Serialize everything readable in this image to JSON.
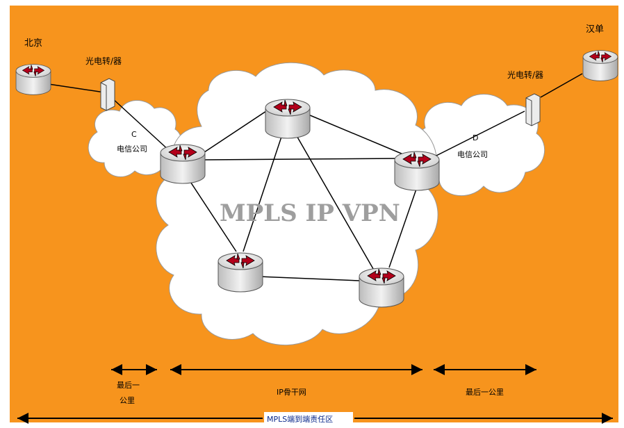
{
  "colors": {
    "background": "#f7941d",
    "cloud": "#ffffff",
    "router_body": "#d9d9d9",
    "router_arrow": "#b3001b",
    "line": "#000000"
  },
  "sites": {
    "left_city": "北京",
    "right_city": "汉单"
  },
  "converters": {
    "left_label": "光电转/器",
    "right_label": "光电转/器"
  },
  "clouds": {
    "left_letter": "C",
    "left_company": "电信公司",
    "right_letter": "D",
    "right_company": "电信公司",
    "center_title": "MPLS IP VPN"
  },
  "icons": [
    "router-icon",
    "optical-converter-icon",
    "cloud-shape",
    "double-arrow"
  ],
  "spans": {
    "left_last_mile_line1": "最后一",
    "left_last_mile_line2": "公里",
    "backbone": "IP骨干网",
    "right_last_mile": "最后一公里",
    "total": "MPLS端到端责任区"
  }
}
